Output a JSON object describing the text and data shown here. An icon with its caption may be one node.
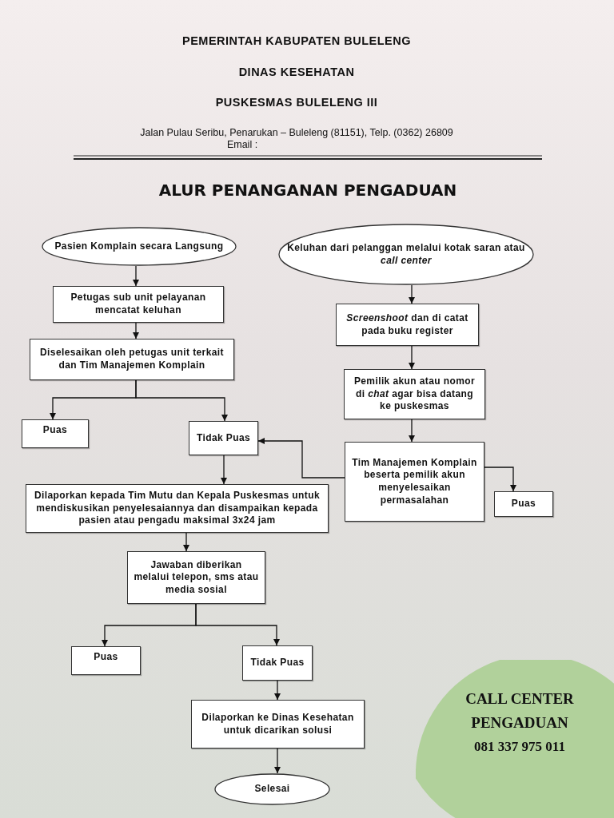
{
  "diagram": {
    "title": "ALUR PENANGANAN PENGADUAN",
    "nodes": [
      {
        "text": [
          "Pasien Komplain secara Langsung"
        ]
      },
      {
        "text": [
          "Petugas sub unit pelayanan mencatat keluhan"
        ]
      },
      {
        "text": [
          "Diselesaikan oleh petugas unit terkait dan Tim Manajemen Komplain"
        ]
      },
      {
        "text": [
          "Puas"
        ]
      },
      {
        "text": [
          "Tidak Puas"
        ]
      },
      {
        "text": [
          "Dilaporkan kepada Tim Mutu dan Kepala Puskesmas untuk mendiskusikan penyelesaiannya dan disampaikan kepada pasien atau pengadu maksimal 3x24 jam"
        ]
      },
      {
        "text": [
          "Jawaban diberikan melalui telepon, sms atau media sosial"
        ]
      },
      {
        "text": [
          "Puas"
        ]
      },
      {
        "text": [
          "Tidak Puas"
        ]
      },
      {
        "text": [
          "Dilaporkan ke Dinas Kesehatan untuk dicarikan solusi"
        ]
      },
      {
        "text": [
          "Selesai"
        ]
      },
      {
        "text": [
          "Keluhan dari pelanggan melalui kotak saran atau *call center*"
        ]
      },
      {
        "text": [
          "*Screenshoot* dan di catat pada buku register"
        ]
      },
      {
        "text": [
          "Pemilik akun atau nomor di *chat* agar bisa datang ke puskesmas"
        ]
      },
      {
        "text": [
          "Tim Manajemen Komplain beserta pemilik akun menyelesaikan permasalahan"
        ]
      },
      {
        "text": [
          "Puas"
        ]
      },
      {
        "text": [
          "CALL CENTER PENGADUAN",
          "081 337 975 011"
        ]
      }
    ],
    "edges": [
      {
        "from": 0,
        "to": 1,
        "arrow": "to"
      },
      {
        "from": 1,
        "to": 2,
        "arrow": "to"
      },
      {
        "from": 2,
        "to": 3,
        "arrow": "to"
      },
      {
        "from": 2,
        "to": 4,
        "arrow": "to"
      },
      {
        "from": 4,
        "to": 5,
        "arrow": "to"
      },
      {
        "from": 5,
        "to": 6,
        "arrow": "to"
      },
      {
        "from": 6,
        "to": 7,
        "arrow": "to"
      },
      {
        "from": 6,
        "to": 8,
        "arrow": "to"
      },
      {
        "from": 8,
        "to": 9,
        "arrow": "to"
      },
      {
        "from": 9,
        "to": 10,
        "arrow": "to"
      },
      {
        "from": 11,
        "to": 12,
        "arrow": "to"
      },
      {
        "from": 12,
        "to": 13,
        "arrow": "to"
      },
      {
        "from": 13,
        "to": 14,
        "arrow": "to"
      },
      {
        "from": 14,
        "to": 4,
        "arrow": "to"
      },
      {
        "from": 14,
        "to": 15,
        "arrow": "to"
      }
    ],
    "labels": [
      "PEMERINTAH KABUPATEN BULELENG",
      "DINAS KESEHATAN",
      "PUSKESMAS BULELENG III",
      "Jalan Pulau Seribu, Penarukan – Buleleng (81151), Telp. (0362) 26809",
      "Email :"
    ]
  }
}
